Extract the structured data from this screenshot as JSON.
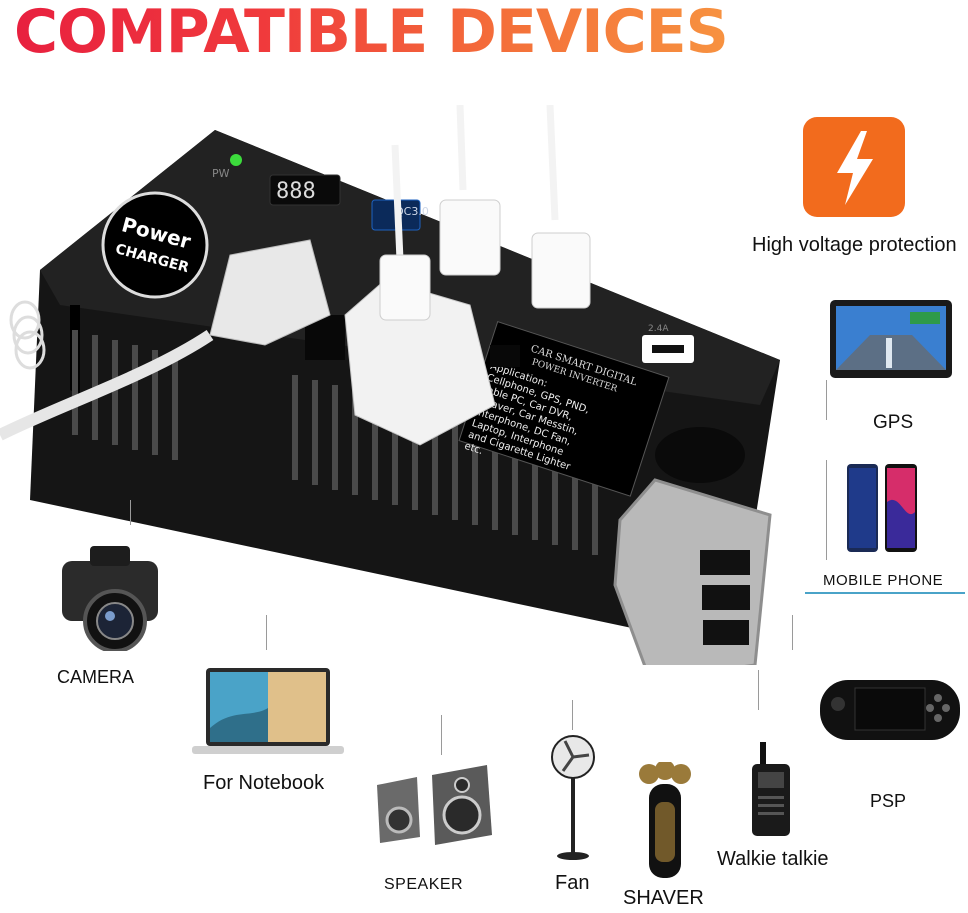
{
  "header": {
    "title": "COMPATIBLE DEVICES"
  },
  "features": {
    "protection_label": "High voltage protection",
    "protection_icon": "lightning-bolt-icon",
    "accent": "#f26b1d"
  },
  "product": {
    "pw_label": "PW",
    "display_digits": "888",
    "qc_label": "QC3.0",
    "usb_rating": "2.4A",
    "logo_top": "Power",
    "logo_bottom": "CHARGER",
    "panel_line1": "CAR SMART DIGITAL",
    "panel_line2": "POWER INVERTER",
    "panel_body": [
      "Application:",
      "Cellphone, GPS, PND,",
      "Table PC, Car DVR,",
      "Shaver, Car Messtin,",
      "Interphone, DC Fan,",
      "Laptop, Interphone",
      "and Cigarette Lighter",
      "etc."
    ]
  },
  "devices": {
    "gps": "GPS",
    "mobile_phone": "MOBILE PHONE",
    "camera": "CAMERA",
    "notebook": "For Notebook",
    "speaker": "SPEAKER",
    "fan": "Fan",
    "shaver": "SHAVER",
    "walkie_talkie": "Walkie talkie",
    "psp": "PSP"
  }
}
